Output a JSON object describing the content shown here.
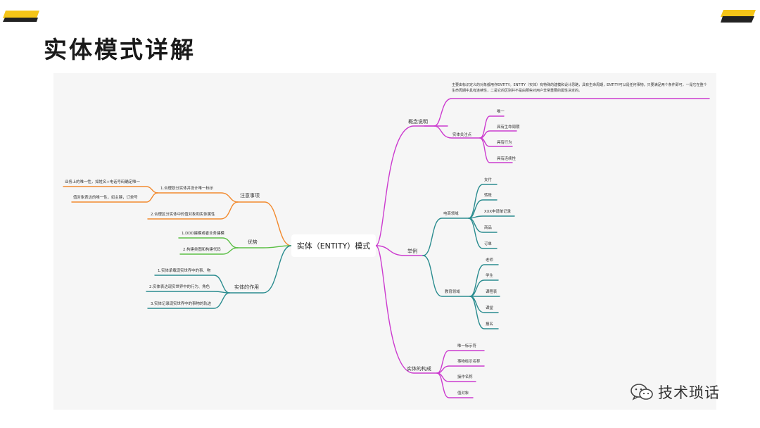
{
  "title": "实体模式详解",
  "center": "实体（ENTITY）模式",
  "colors": {
    "pink": "#cc3bcf",
    "teal": "#2a8c8f",
    "orange": "#f28a2e",
    "green": "#5bbf45",
    "accent_yellow": "#f5c518",
    "accent_dark": "#222222"
  },
  "branches": {
    "concept": {
      "label": "概念说明",
      "description": "主要由标识定义的对象都用作ENTITY。ENTITY（实体）有特殊的建模和设计思路，具有生命周期，ENTITY可以是任何事物，只要满足两个条件即可，一是它在整个生命周期中具有连续性，二是它的区别并不是由那些对用户非常重要的属性决定的。",
      "sub_label": "实体关注点",
      "items": [
        "唯一",
        "具有生命周期",
        "具有行为",
        "具有连续性"
      ]
    },
    "example": {
      "label": "举例",
      "ecommerce": {
        "label": "电商领域",
        "items": [
          "支付",
          "转账",
          "XXX申请单记录",
          "商品",
          "订单"
        ]
      },
      "education": {
        "label": "教育领域",
        "items": [
          "老师",
          "学生",
          "课程表",
          "课堂",
          "报名"
        ]
      }
    },
    "composition": {
      "label": "实体的构成",
      "items": [
        "唯一标示符",
        "事物标示名称",
        "操作名称",
        "值对象"
      ]
    },
    "notes": {
      "label": "注意事项",
      "item1": "1.合理划分实体并设计唯一标示",
      "item1_children": [
        "业务上的唯一性，如姓名+电话号码确定唯一",
        "值对象表达的唯一性，如主键，订单号"
      ],
      "item2": "2.合理区分实体中的值对象和实体属性"
    },
    "advantage": {
      "label": "优势",
      "items": [
        "1.DDD建模或者业务建模",
        "2.构建类图和构建代码"
      ]
    },
    "role": {
      "label": "实体的作用",
      "items": [
        "1.实体承载现实世界中的事、物",
        "2.实体表达现实世界中的行为、角色",
        "3.实体记录现实世界中的事物的轨迹"
      ]
    }
  },
  "brand": "技术琐话"
}
